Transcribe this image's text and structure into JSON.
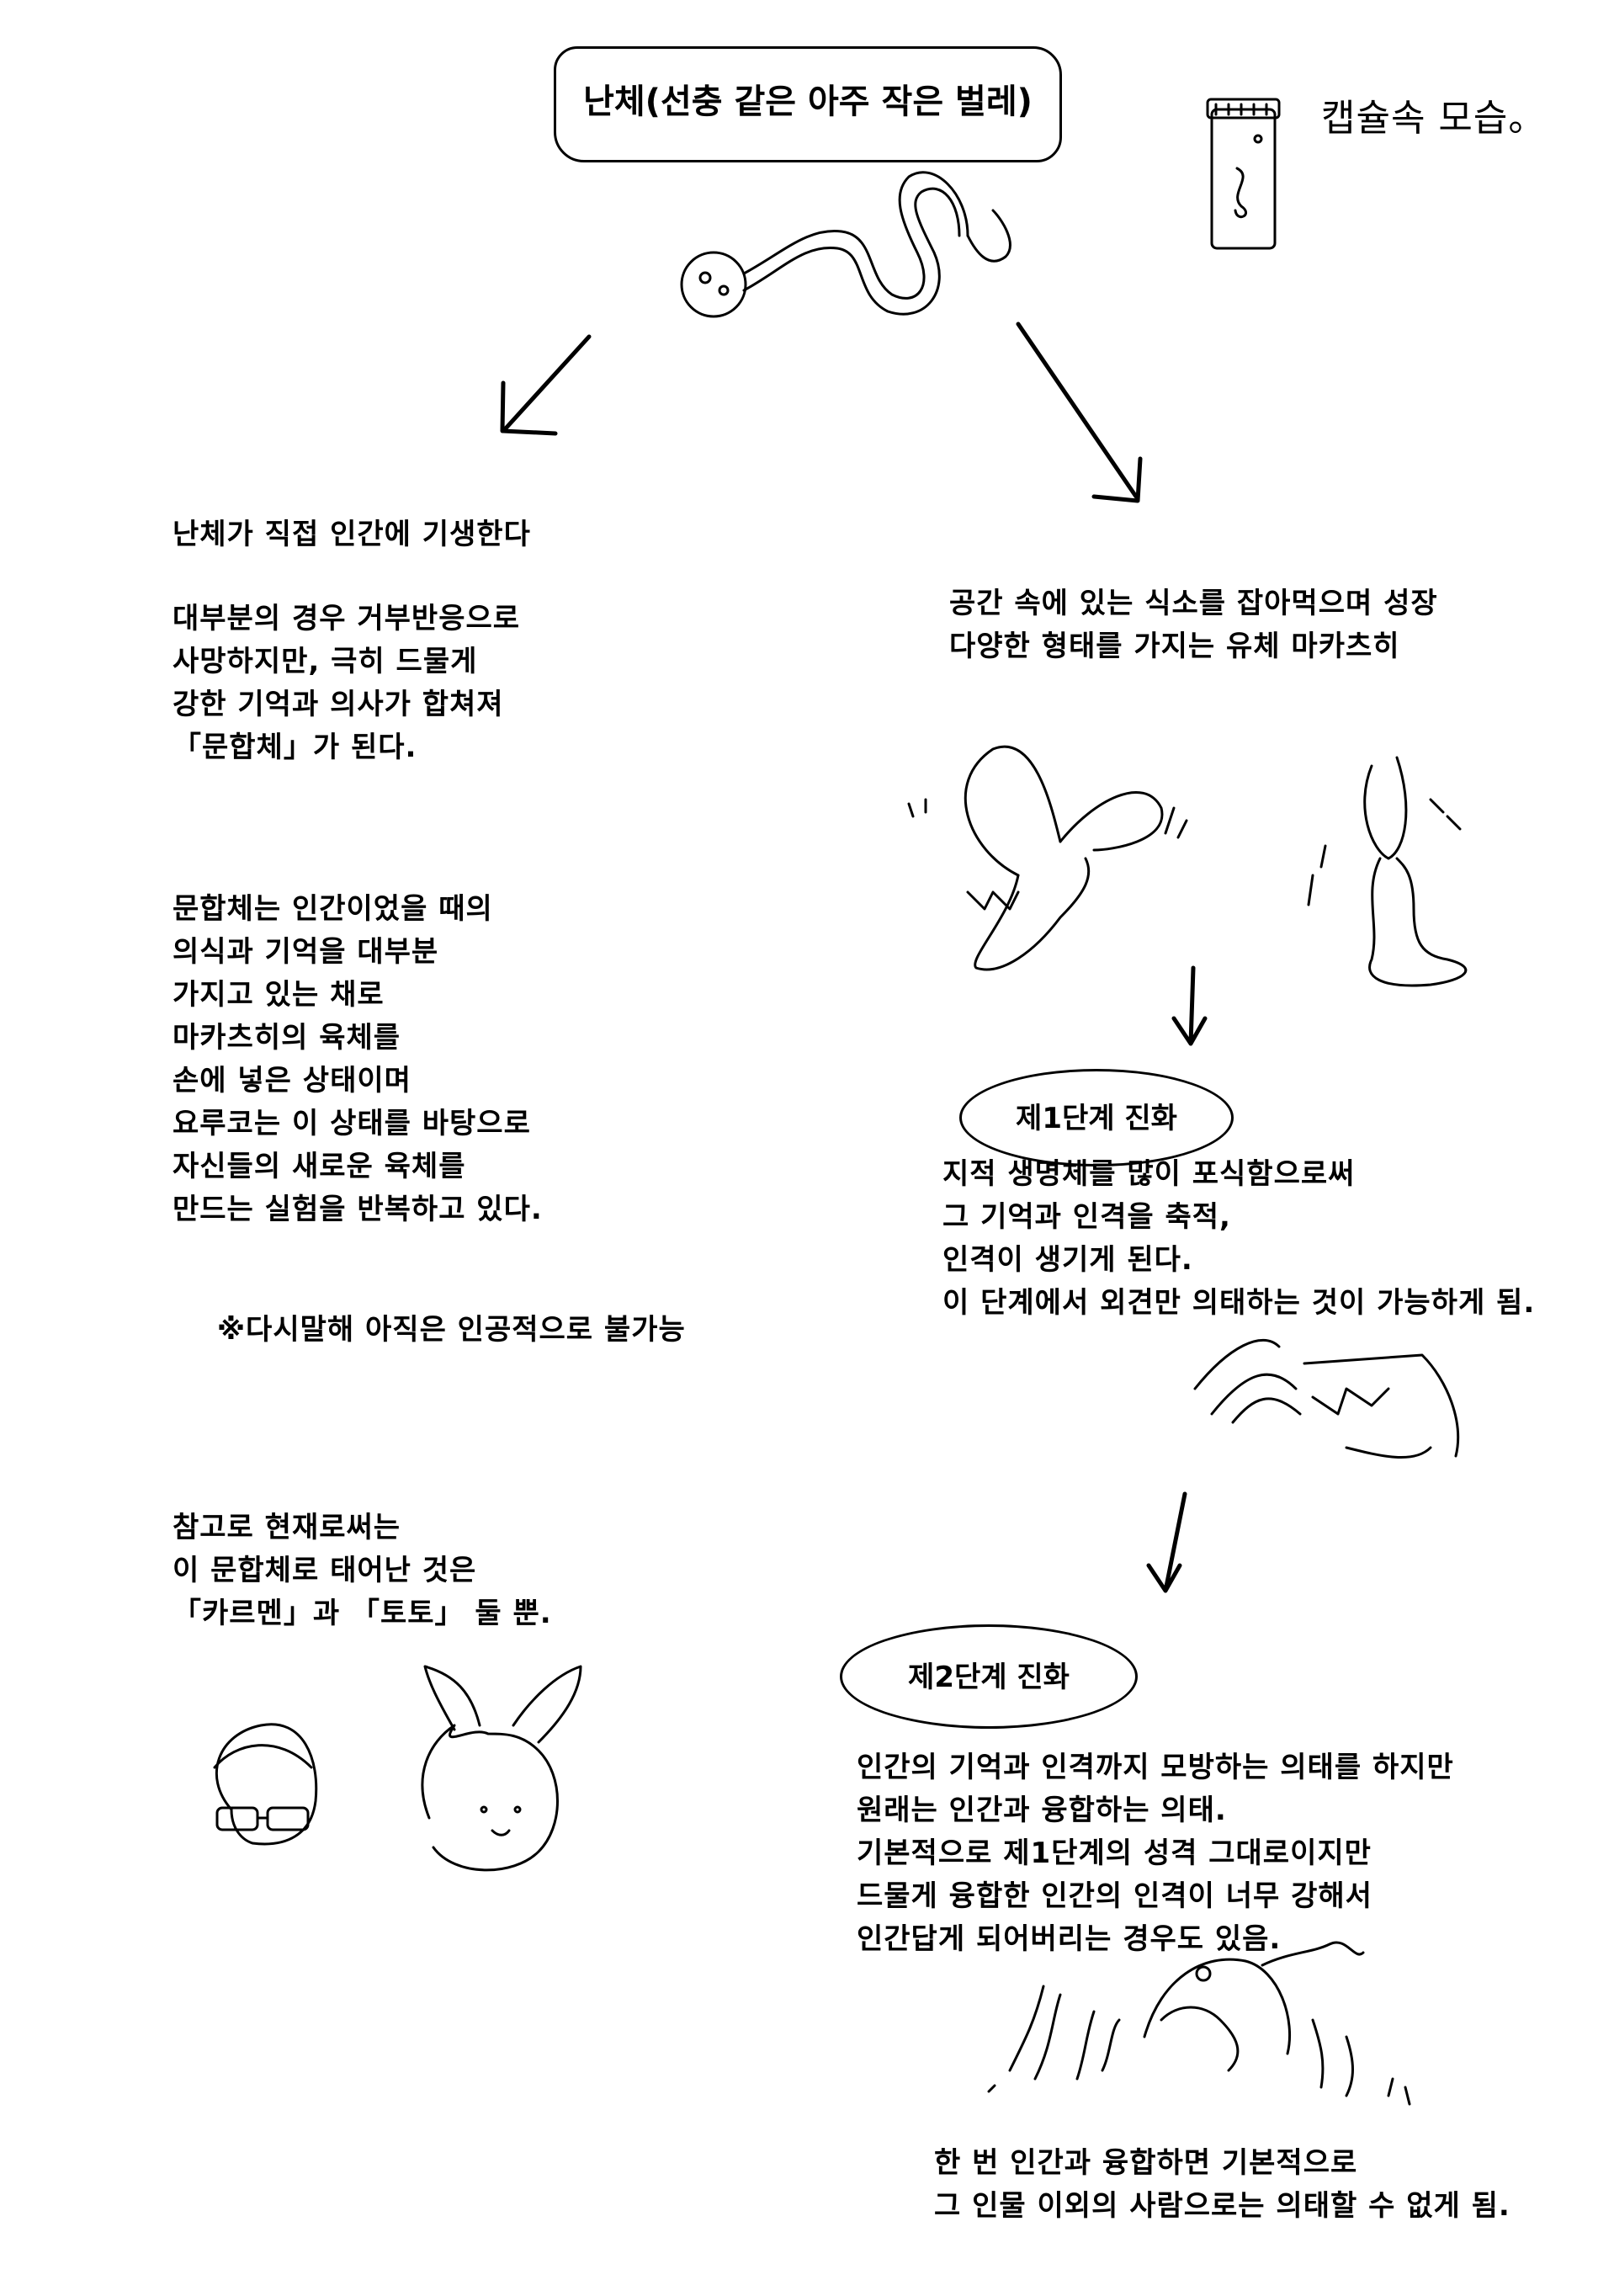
{
  "title": "난체(선충 같은 아주 작은 벌레)",
  "capsule_note": "캡슐속 모습。",
  "left_column": {
    "block1": "난체가 직접 인간에 기생한다",
    "block2": "대부분의 경우 거부반응으로\n사망하지만, 극히 드물게\n강한 기억과 의사가 합쳐져\n「문합체」가 된다.",
    "block3": "문합체는 인간이었을 때의\n의식과 기억을 대부분\n가지고 있는 채로\n마카츠히의 육체를\n손에 넣은 상태이며\n요루코는 이 상태를 바탕으로\n자신들의 새로운 육체를\n만드는 실험을 반복하고 있다.",
    "block4": "※다시말해 아직은 인공적으로 불가능",
    "block5": "참고로 현재로써는\n이 문합체로 태어난 것은\n「카르멘」과 「토토」 둘 뿐."
  },
  "right_column": {
    "block1": "공간 속에 있는 식소를 잡아먹으며 성장\n다양한 형태를 가지는 유체 마카츠히",
    "stage1_label": "제1단계 진화",
    "stage1_text": "지적 생명체를 많이 포식함으로써\n그 기억과 인격을 축적,\n인격이 생기게 된다.\n이 단계에서 외견만 의태하는 것이 가능하게 됨.",
    "stage2_label": "제2단계 진화",
    "stage2_text": "인간의 기억과 인격까지 모방하는 의태를 하지만\n원래는 인간과 융합하는 의태.\n기본적으로 제1단계의 성격 그대로이지만\n드물게 융합한 인간의 인격이 너무 강해서\n인간답게 되어버리는 경우도 있음.",
    "final_text": "한 번 인간과 융합하면 기본적으로\n그 인물 이외의 사람으로는 의태할 수 없게 됨."
  }
}
